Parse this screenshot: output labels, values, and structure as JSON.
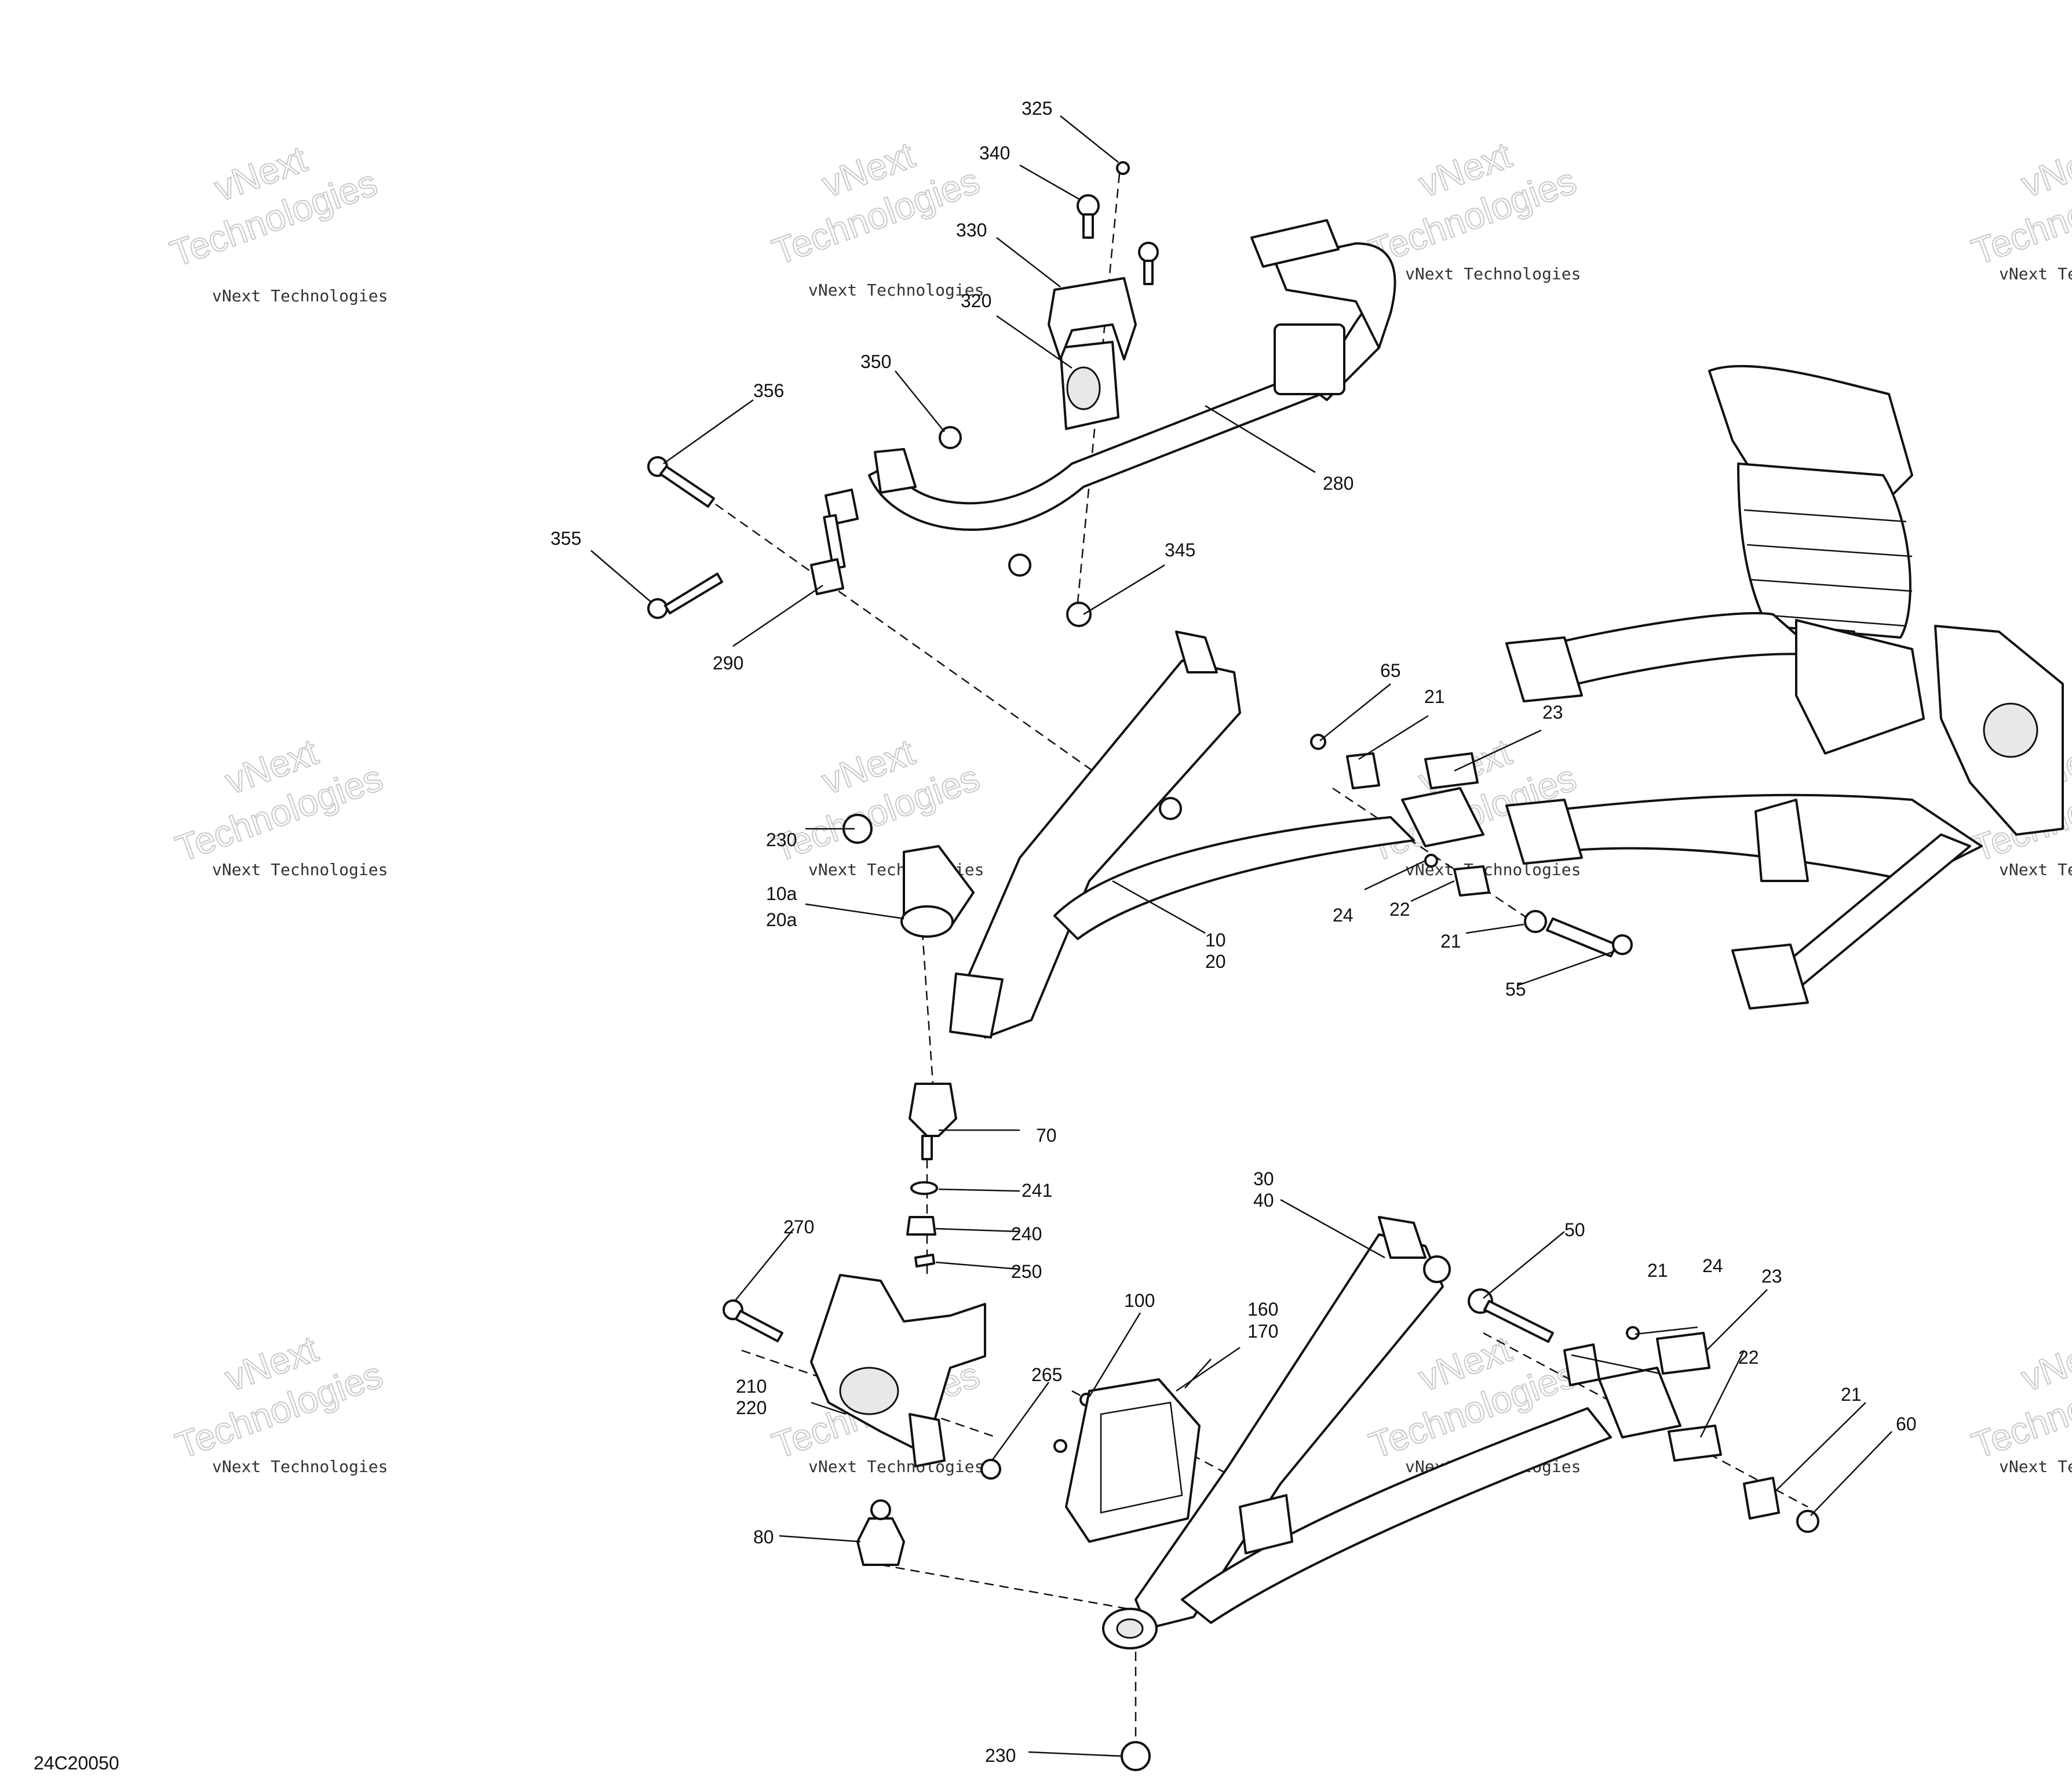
{
  "document": {
    "code": "24C20050"
  },
  "watermark": {
    "line1": "vNext Technologies",
    "line2": "Technologies",
    "line3": "vNext"
  },
  "callouts": [
    {
      "id": "c325",
      "text": "325"
    },
    {
      "id": "c340",
      "text": "340"
    },
    {
      "id": "c330",
      "text": "330"
    },
    {
      "id": "c320",
      "text": "320"
    },
    {
      "id": "c350",
      "text": "350"
    },
    {
      "id": "c356",
      "text": "356"
    },
    {
      "id": "c280",
      "text": "280"
    },
    {
      "id": "c355",
      "text": "355"
    },
    {
      "id": "c345",
      "text": "345"
    },
    {
      "id": "c290",
      "text": "290"
    },
    {
      "id": "c65",
      "text": "65"
    },
    {
      "id": "c21a",
      "text": "21"
    },
    {
      "id": "c23a",
      "text": "23"
    },
    {
      "id": "c230a",
      "text": "230"
    },
    {
      "id": "c10a",
      "text": "10a"
    },
    {
      "id": "c20a",
      "text": "20a"
    },
    {
      "id": "c10",
      "text": "10"
    },
    {
      "id": "c20",
      "text": "20"
    },
    {
      "id": "c24a",
      "text": "24"
    },
    {
      "id": "c22a",
      "text": "22"
    },
    {
      "id": "c21b",
      "text": "21"
    },
    {
      "id": "c55",
      "text": "55"
    },
    {
      "id": "c70",
      "text": "70"
    },
    {
      "id": "c241",
      "text": "241"
    },
    {
      "id": "c240",
      "text": "240"
    },
    {
      "id": "c250",
      "text": "250"
    },
    {
      "id": "c270",
      "text": "270"
    },
    {
      "id": "c30",
      "text": "30"
    },
    {
      "id": "c40",
      "text": "40"
    },
    {
      "id": "c50",
      "text": "50"
    },
    {
      "id": "c21c",
      "text": "21"
    },
    {
      "id": "c24b",
      "text": "24"
    },
    {
      "id": "c23b",
      "text": "23"
    },
    {
      "id": "c100",
      "text": "100"
    },
    {
      "id": "c160",
      "text": "160"
    },
    {
      "id": "c170",
      "text": "170"
    },
    {
      "id": "c22b",
      "text": "22"
    },
    {
      "id": "c265",
      "text": "265"
    },
    {
      "id": "c210",
      "text": "210"
    },
    {
      "id": "c220",
      "text": "220"
    },
    {
      "id": "c21d",
      "text": "21"
    },
    {
      "id": "c60",
      "text": "60"
    },
    {
      "id": "c80",
      "text": "80"
    },
    {
      "id": "c230b",
      "text": "230"
    }
  ]
}
